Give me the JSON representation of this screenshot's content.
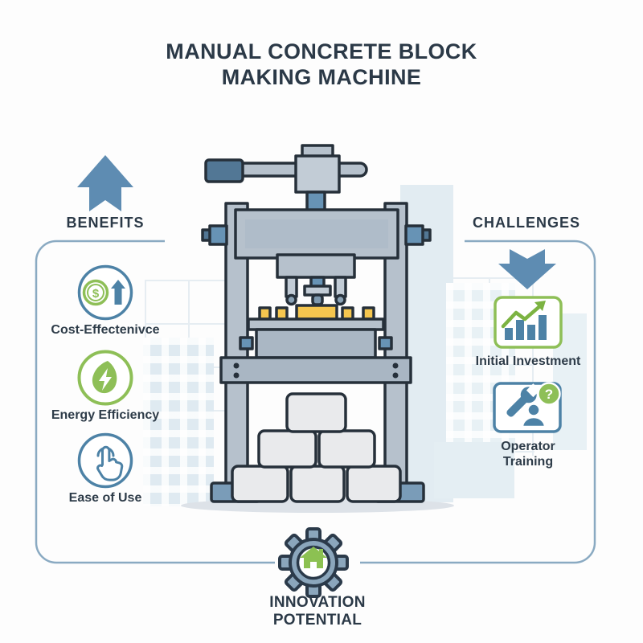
{
  "title": {
    "line1": "MANUAL CONCRETE BLOCK",
    "line2": "MAKING MACHINE"
  },
  "benefits": {
    "header": "BENEFITS",
    "items": [
      {
        "label": "Cost-Effectenivce",
        "icon": "coin-dollar-up-arrow-icon"
      },
      {
        "label": "Energy Efficiency",
        "icon": "leaf-lightning-icon"
      },
      {
        "label": "Ease of Use",
        "icon": "tap-hand-icon"
      }
    ]
  },
  "challenges": {
    "header": "CHALLENGES",
    "items": [
      {
        "label": "Initial Investment",
        "icon": "bar-chart-growth-icon"
      },
      {
        "label": "Operator Training",
        "icon": "wrench-person-question-icon"
      }
    ]
  },
  "footer": {
    "label": "INNOVATION POTENTIAL",
    "icon": "gear-house-icon"
  },
  "center_illustration": "manual-concrete-block-press-with-stacked-blocks",
  "glyphs": {
    "dollar": "$",
    "question": "?"
  },
  "colors": {
    "navy_text": "#2b3947",
    "arrow_blue": "#5e8cb2",
    "icon_blue": "#4d82a6",
    "green": "#8ebf57",
    "box_border": "#8aaac2",
    "machine_gray": "#b6c1cc",
    "machine_blue": "#6793b5",
    "mold_yellow": "#f5c64f",
    "block_gray": "#e9eaec"
  }
}
